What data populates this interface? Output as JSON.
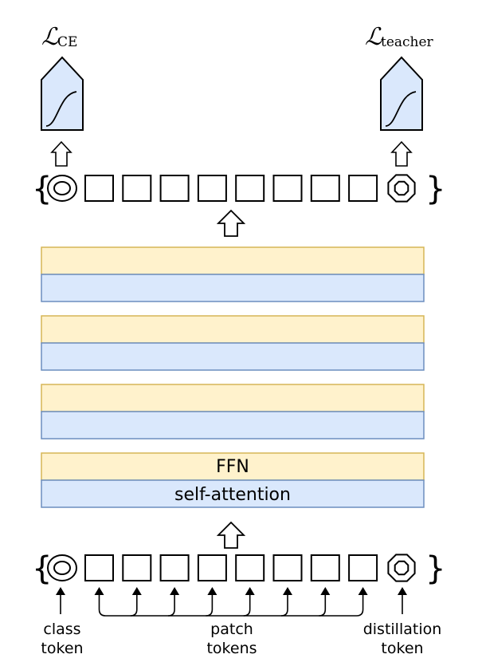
{
  "colors": {
    "ffn_fill": "#fff2cc",
    "ffn_stroke": "#d6b656",
    "attn_fill": "#dae8fc",
    "attn_stroke": "#6c8ebf",
    "outline": "#000000",
    "background": "#ffffff"
  },
  "losses": {
    "ce": {
      "script": "ℒ",
      "subscript": "CE"
    },
    "teacher": {
      "script": "ℒ",
      "subscript": "teacher"
    }
  },
  "layers": {
    "count": 4,
    "ffn_label": "FFN",
    "attention_label": "self-attention"
  },
  "tokens": {
    "patch_count": 8,
    "class_token_icon": "concentric-circle-icon",
    "distillation_token_icon": "octagon-icon"
  },
  "labels": {
    "class_token": [
      "class",
      "token"
    ],
    "patch_tokens": [
      "patch",
      "tokens"
    ],
    "distillation_token": [
      "distillation",
      "token"
    ]
  }
}
